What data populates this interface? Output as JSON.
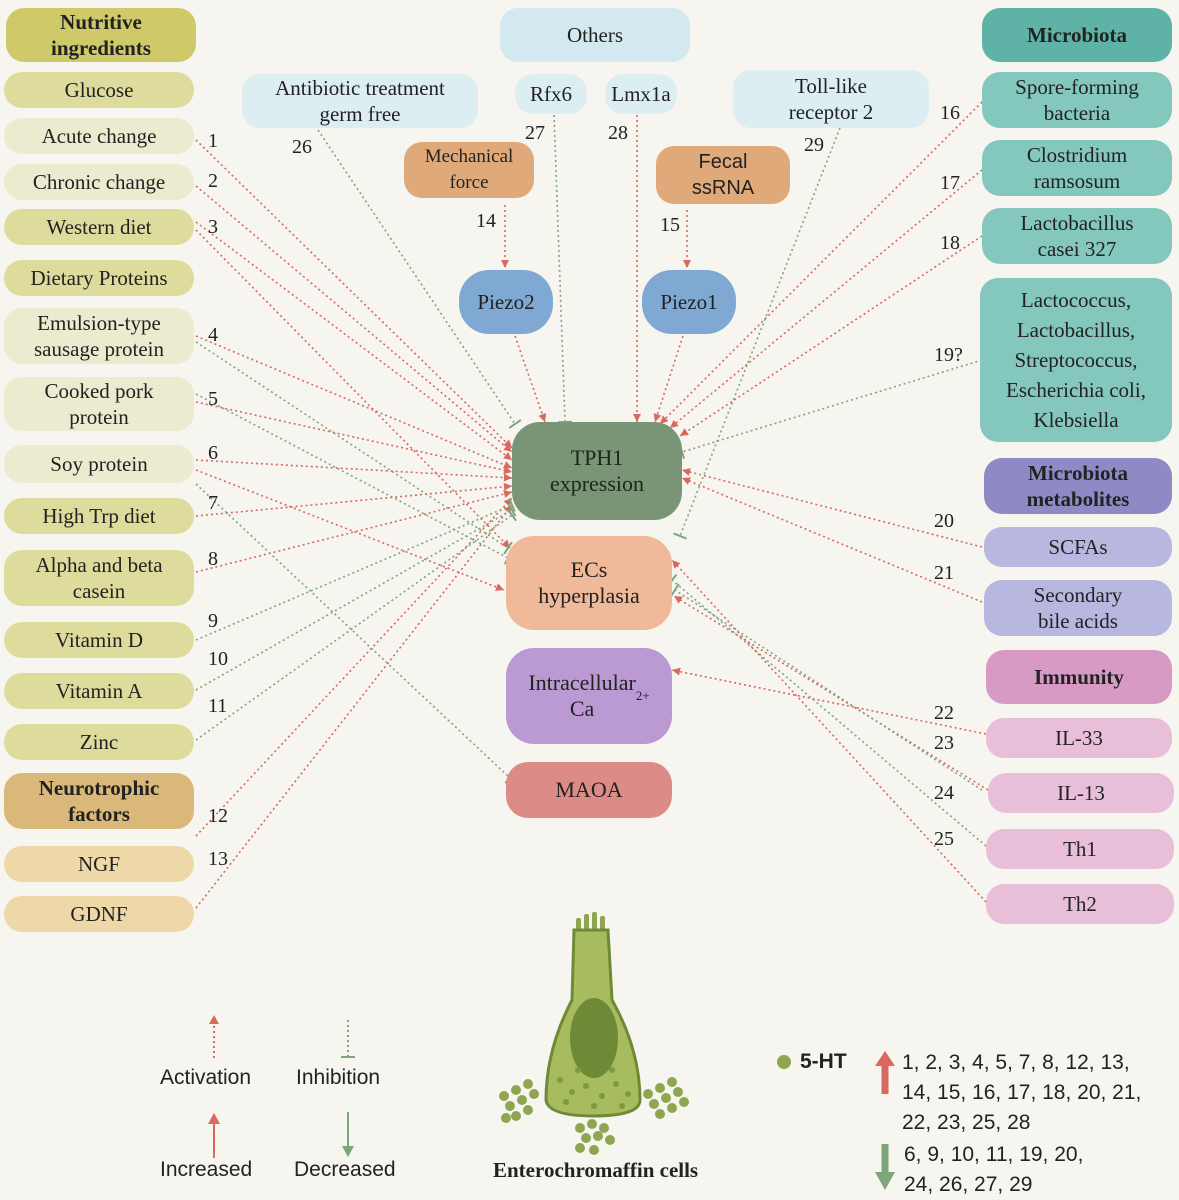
{
  "headers": {
    "nutritive": "Nutritive\ningredients",
    "others": "Others",
    "microbiota": "Microbiota",
    "microbiota_metabolites": "Microbiota\nmetabolites",
    "immunity": "Immunity",
    "neurotrophic": "Neurotrophic\nfactors"
  },
  "left_items": {
    "glucose": "Glucose",
    "acute": "Acute change",
    "chronic": "Chronic change",
    "western": "Western diet",
    "dietary_proteins": "Dietary Proteins",
    "emulsion": "Emulsion-type\nsausage protein",
    "pork": "Cooked pork\nprotein",
    "soy": "Soy protein",
    "high_trp": "High Trp diet",
    "casein": "Alpha and beta\ncasein",
    "vit_d": "Vitamin D",
    "vit_a": "Vitamin A",
    "zinc": "Zinc",
    "ngf": "NGF",
    "gdnf": "GDNF"
  },
  "top_items": {
    "antibiotic": "Antibiotic treatment\ngerm free",
    "rfx6": "Rfx6",
    "lmx1a": "Lmx1a",
    "toll": "Toll-like\nreceptor 2",
    "mechanical": "Mechanical\nforce",
    "fecal": "Fecal\nssRNA",
    "piezo2": "Piezo2",
    "piezo1": "Piezo1"
  },
  "right_items": {
    "spore": "Spore-forming\nbacteria",
    "clostridium": "Clostridium\nramsosum",
    "lacto327": "Lactobacillus\ncasei 327",
    "mixed": "Lactococcus,\nLactobacillus,\nStreptococcus,\nEscherichia coli,\nKlebsiella",
    "scfas": "SCFAs",
    "bile": "Secondary\nbile acids",
    "il33": "IL-33",
    "il13": "IL-13",
    "th1": "Th1",
    "th2": "Th2"
  },
  "central": {
    "tph1": "TPH1\nexpression",
    "ecs": "ECs\nhyperplasia",
    "ca": "Intracellular\nCa",
    "ca_sup": "2+",
    "maoa": "MAOA"
  },
  "numbers": {
    "n1": "1",
    "n2": "2",
    "n3": "3",
    "n4": "4",
    "n5": "5",
    "n6": "6",
    "n7": "7",
    "n8": "8",
    "n9": "9",
    "n10": "10",
    "n11": "11",
    "n12": "12",
    "n13": "13",
    "n14": "14",
    "n15": "15",
    "n16": "16",
    "n17": "17",
    "n18": "18",
    "n19": "19?",
    "n20": "20",
    "n21": "21",
    "n22": "22",
    "n23": "23",
    "n24": "24",
    "n25": "25",
    "n26": "26",
    "n27": "27",
    "n28": "28",
    "n29": "29"
  },
  "legend": {
    "activation": "Activation",
    "inhibition": "Inhibition",
    "increased": "Increased",
    "decreased": "Decreased",
    "cells": "Enterochromaffin cells",
    "ht": "5-HT",
    "increased_list": "1, 2, 3, 4, 5, 7, 8,  12, 13,\n14, 15, 16, 17, 18, 20, 21,\n22, 23, 25, 28",
    "decreased_list": "6, 9, 10, 11, 19, 20,\n24,  26, 27,  29"
  },
  "colors": {
    "activation": "#d9685e",
    "inhibition": "#7fa57a",
    "nutritive_header": "#cfc96a",
    "left_light": "#ecebd0",
    "left_mid": "#dedc9c",
    "neuro_header": "#d9b87a",
    "neuro_item": "#efd8a8",
    "others_header": "#d3e9ef",
    "top_light": "#ddeef3",
    "mech": "#e0a97a",
    "piezo": "#7fa8d3",
    "microbiota_header": "#5fb3a6",
    "microbiota_item": "#84c7bd",
    "metab_header": "#8f89c6",
    "metab_item": "#b8b7e0",
    "immunity_header": "#d69ac4",
    "immunity_item": "#e9bed9",
    "tph1": "#7a9575",
    "ecs": "#f0b99a",
    "ca": "#bb9ad3",
    "maoa": "#dd8b86",
    "cell": "#8ea64f"
  }
}
